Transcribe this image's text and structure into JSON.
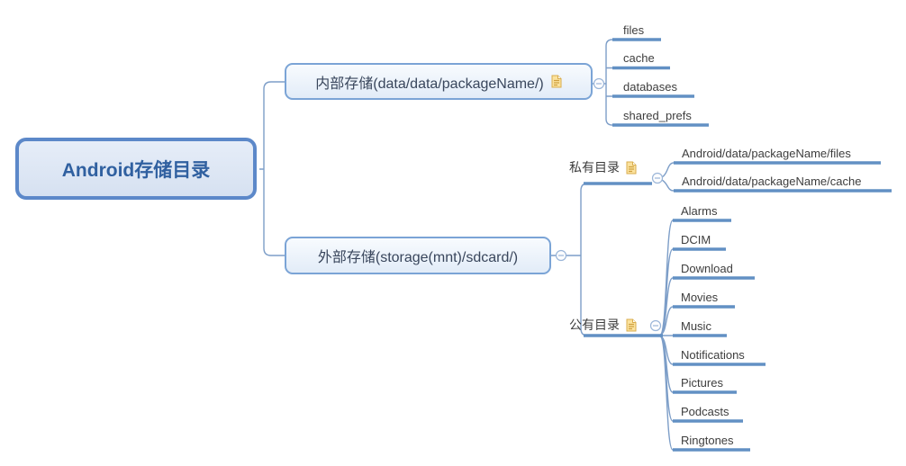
{
  "mindmap": {
    "root": {
      "label": "Android存储目录"
    },
    "internal": {
      "label": "内部存储(data/data/packageName/)",
      "has_note": true,
      "children": [
        "files",
        "cache",
        "databases",
        "shared_prefs"
      ]
    },
    "external": {
      "label": "外部存储(storage(mnt)/sdcard/)",
      "private": {
        "label": "私有目录",
        "has_note": true,
        "children": [
          "Android/data/packageName/files",
          "Android/data/packageName/cache"
        ]
      },
      "public": {
        "label": "公有目录",
        "has_note": true,
        "children": [
          "Alarms",
          "DCIM",
          "Download",
          "Movies",
          "Music",
          "Notifications",
          "Pictures",
          "Podcasts",
          "Ringtones"
        ]
      }
    },
    "icons": {
      "note": "note-icon",
      "collapse": "collapse-minus-icon"
    },
    "colors": {
      "branch_line": "#6290c4",
      "connector": "#7d9ec8",
      "root_border": "#5c88c9",
      "root_fill": "#dce6f4",
      "box_border": "#7ba4d6",
      "box_fill": "#ecf2fa",
      "note_yellow": "#fbe29d",
      "leaf_text": "#3d3d3d",
      "box_text": "#39465c",
      "root_text": "#3060a0"
    }
  }
}
